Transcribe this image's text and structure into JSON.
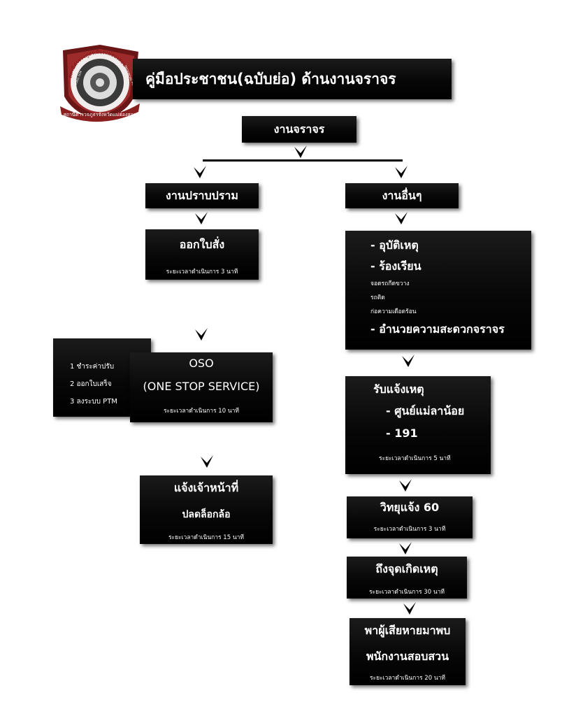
{
  "title": "คู่มือประชาชน(ฉบับย่อ) ด้านงานจราจร",
  "logo_text": {
    "top": "สถานีตำรวจภูธรเมืองแม่ฮ่องสอน",
    "left": "MAE HONG SON",
    "right": "PROVINCIAL POLICE STATION",
    "bottom": "สถานีตำรวจภูธรจังหวัดแม่ฮ่องสอน"
  },
  "root": "งานจราจร",
  "branches": {
    "left": "งานปราบปราม",
    "right": "งานอื่นๆ"
  },
  "left_flow": {
    "ticket": {
      "title": "ออกใบสั่ง",
      "time": "ระยะเวลาดำเนินการ 3 นาที"
    },
    "steps": [
      "1 ชำระค่าปรับ",
      "2 ออกใบเสร็จ",
      "3 ลงระบบ PTM"
    ],
    "oso": {
      "title": "OSO",
      "subtitle": "(ONE STOP SERVICE)",
      "time": "ระยะเวลาดำเนินการ 10 นาที"
    },
    "unlock": {
      "title": "แจ้งเจ้าหน้าที่",
      "subtitle": "ปลดล็อกล้อ",
      "time": "ระยะเวลาดำเนินการ 15 นาที"
    }
  },
  "right_flow": {
    "other": {
      "items": [
        "- อุบัติเหตุ",
        "- ร้องเรียน"
      ],
      "sub_items": [
        "จอดรถกีดขวาง",
        "รถติด",
        "ก่อความเดือดร้อน"
      ],
      "last": "- อำนวยความสะดวกจราจร"
    },
    "report": {
      "title": "รับแจ้งเหตุ",
      "items": [
        "- ศูนย์แม่ลาน้อย",
        "- 191"
      ],
      "time": "ระยะเวลาดำเนินการ 5 นาที"
    },
    "radio": {
      "title": "วิทยุแจ้ง 60",
      "time": "ระยะเวลาดำเนินการ 3 นาที"
    },
    "scene": {
      "title": "ถึงจุดเกิดเหตุ",
      "time": "ระยะเวลาดำเนินการ 30 นาที"
    },
    "victim": {
      "title": "พาผู้เสียหายมาพบ",
      "subtitle": "พนักงานสอบสวน",
      "time": "ระยะเวลาดำเนินการ 20 นาที"
    }
  }
}
